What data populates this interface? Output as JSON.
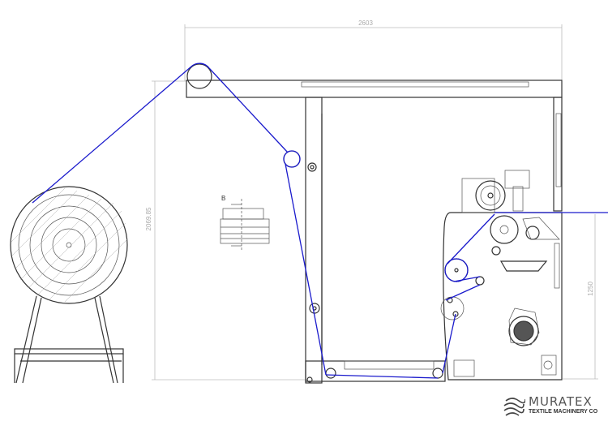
{
  "drawing": {
    "dimensions": {
      "overall_width": "2603",
      "overall_height": "2069.85",
      "machine_height": "1250"
    },
    "detail_label": "B"
  },
  "logo": {
    "name": "MURATEX",
    "tagline": "TEXTILE MACHINERY CO"
  },
  "colors": {
    "web_path": "#1a1acc",
    "lines": "#333333",
    "dimension": "#aaaaaa"
  }
}
